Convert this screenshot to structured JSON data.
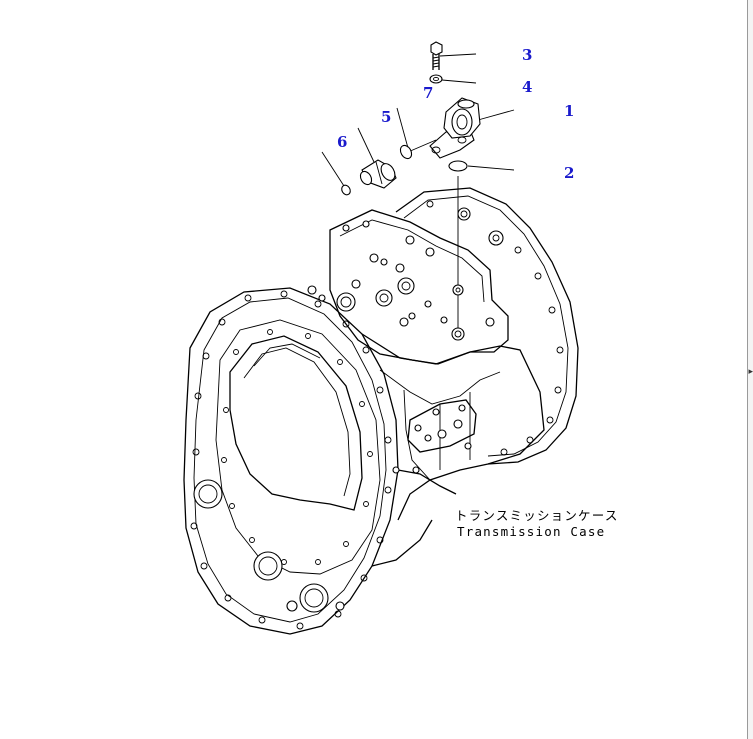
{
  "callouts": [
    {
      "id": "3",
      "label": "3"
    },
    {
      "id": "4",
      "label": "4"
    },
    {
      "id": "7",
      "label": "7"
    },
    {
      "id": "1",
      "label": "1"
    },
    {
      "id": "5",
      "label": "5"
    },
    {
      "id": "6",
      "label": "6"
    },
    {
      "id": "2",
      "label": "2"
    }
  ],
  "caption": {
    "japanese": "トランスミッションケース",
    "english": "Transmission Case"
  },
  "colors": {
    "callout": "#1a1acc",
    "line": "#000000",
    "background": "#ffffff"
  }
}
